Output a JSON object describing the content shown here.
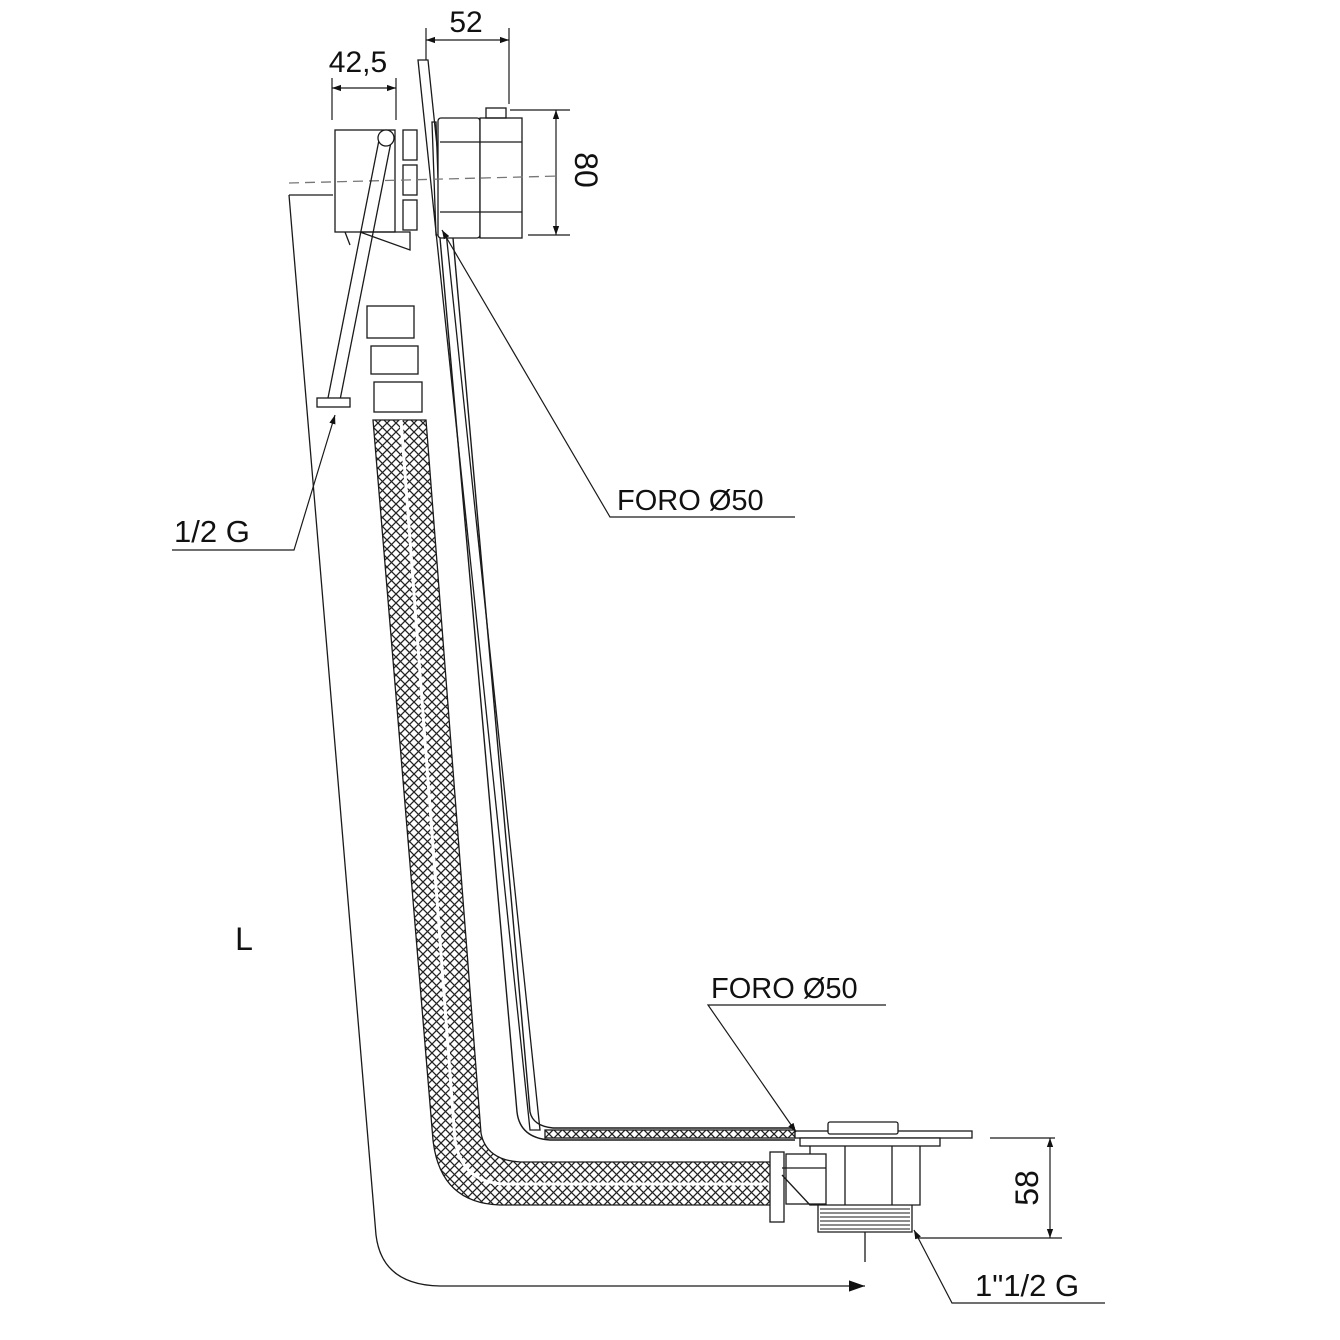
{
  "dimensions": {
    "top_width_label": "52",
    "overflow_depth_label": "42,5",
    "overflow_height_label": "80",
    "waste_height_label": "58",
    "length_label": "L"
  },
  "callouts": {
    "hose_thread": "1/2 G",
    "overflow_hole": "FORO Ø50",
    "waste_hole": "FORO Ø50",
    "outlet_thread": "1\"1/2 G"
  },
  "colors": {
    "line": "#1a1a1a",
    "thin_line": "#555555",
    "hatch": "#222222",
    "background": "#ffffff"
  }
}
